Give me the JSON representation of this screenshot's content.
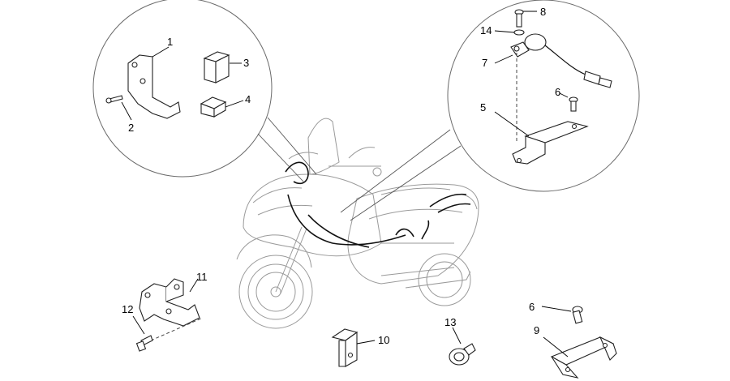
{
  "callouts": {
    "c1": "1",
    "c2": "2",
    "c3": "3",
    "c4": "4",
    "c5": "5",
    "c6a": "6",
    "c6b": "6",
    "c7": "7",
    "c8": "8",
    "c9": "9",
    "c10": "10",
    "c11": "11",
    "c12": "12",
    "c13": "13",
    "c14": "14"
  },
  "colors": {
    "line": "#222222",
    "ghost": "#9a9a9a",
    "background": "#ffffff"
  }
}
